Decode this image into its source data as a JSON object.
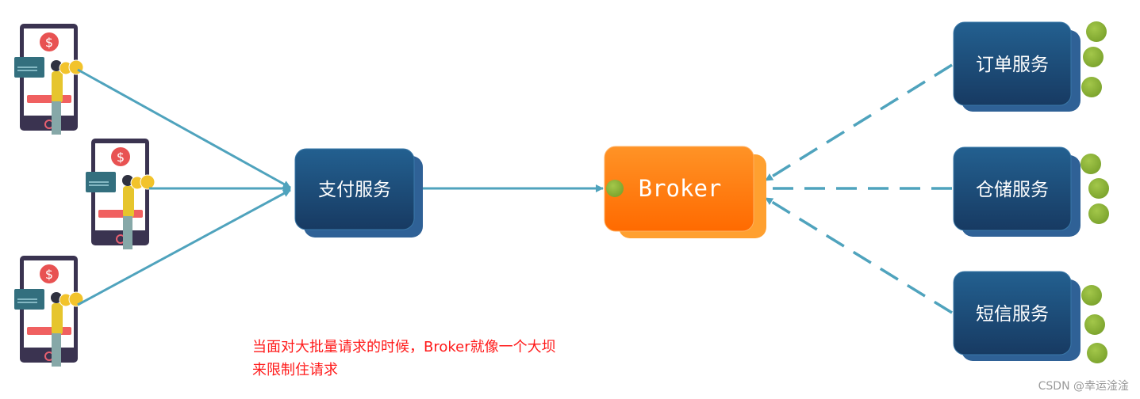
{
  "payment_service": {
    "label": "支付服务"
  },
  "broker": {
    "label": "Broker"
  },
  "services": [
    {
      "label": "订单服务"
    },
    {
      "label": "仓储服务"
    },
    {
      "label": "短信服务"
    }
  ],
  "note": {
    "line1": "当面对大批量请求的时候，Broker就像一个大坝",
    "line2": "来限制住请求"
  },
  "watermark": "CSDN @幸运淦淦",
  "colors": {
    "connector": "#4fa3bd",
    "service_box": "#1c4a74",
    "broker": "#ff7a0a",
    "dot": "#8db33a",
    "note": "#ff1a1a"
  }
}
